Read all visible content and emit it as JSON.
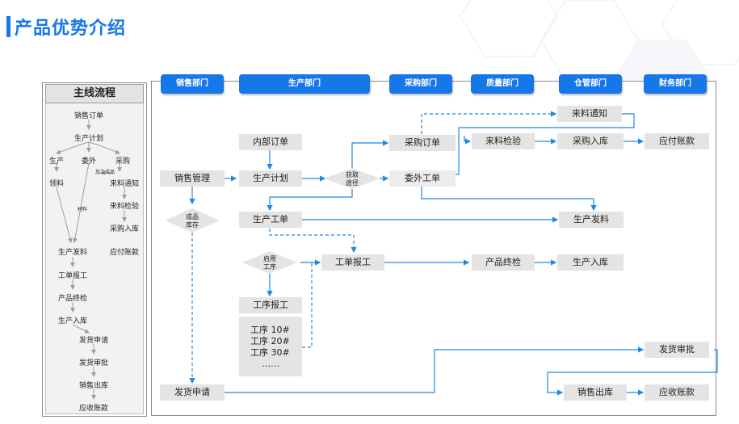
{
  "title": "产品优势介绍",
  "side": {
    "heading": "主线流程",
    "items": [
      "销售订单",
      "生产计划",
      "生产",
      "委外",
      "采购",
      "领料",
      "加工成品",
      "来料通知",
      "材料",
      "来料检验",
      "采购入库",
      "生产发料",
      "应付账款",
      "工单报工",
      "产品终检",
      "生产入库",
      "发货申请",
      "发货审批",
      "销售出库",
      "应收账款"
    ]
  },
  "departments": [
    "销售部门",
    "生产部门",
    "采购部门",
    "质量部门",
    "仓管部门",
    "财务部门"
  ],
  "flow": {
    "sales_mgmt": "销售管理",
    "stock_decision": "成品\n库存",
    "ship_request": "发货申请",
    "internal_order": "内部订单",
    "prod_plan": "生产计划",
    "acquire_decision": "获取\n途径",
    "work_order": "生产工单",
    "enable_process": "启用\n工序",
    "process_report": "工序报工",
    "process_steps": [
      "工序 10#",
      "工序 20#",
      "工序 30#",
      "……"
    ],
    "purchase_order": "采购订单",
    "outsource_order": "委外工单",
    "work_report": "工单报工",
    "arrival_notice": "来料通知",
    "incoming_inspect": "来料检验",
    "final_inspect": "产品终检",
    "purchase_instock": "采购入库",
    "prod_issue": "生产发料",
    "prod_instock": "生产入库",
    "ship_approval": "发货审批",
    "sales_outstock": "销售出库",
    "payable": "应付账款",
    "receivable": "应收账款"
  }
}
